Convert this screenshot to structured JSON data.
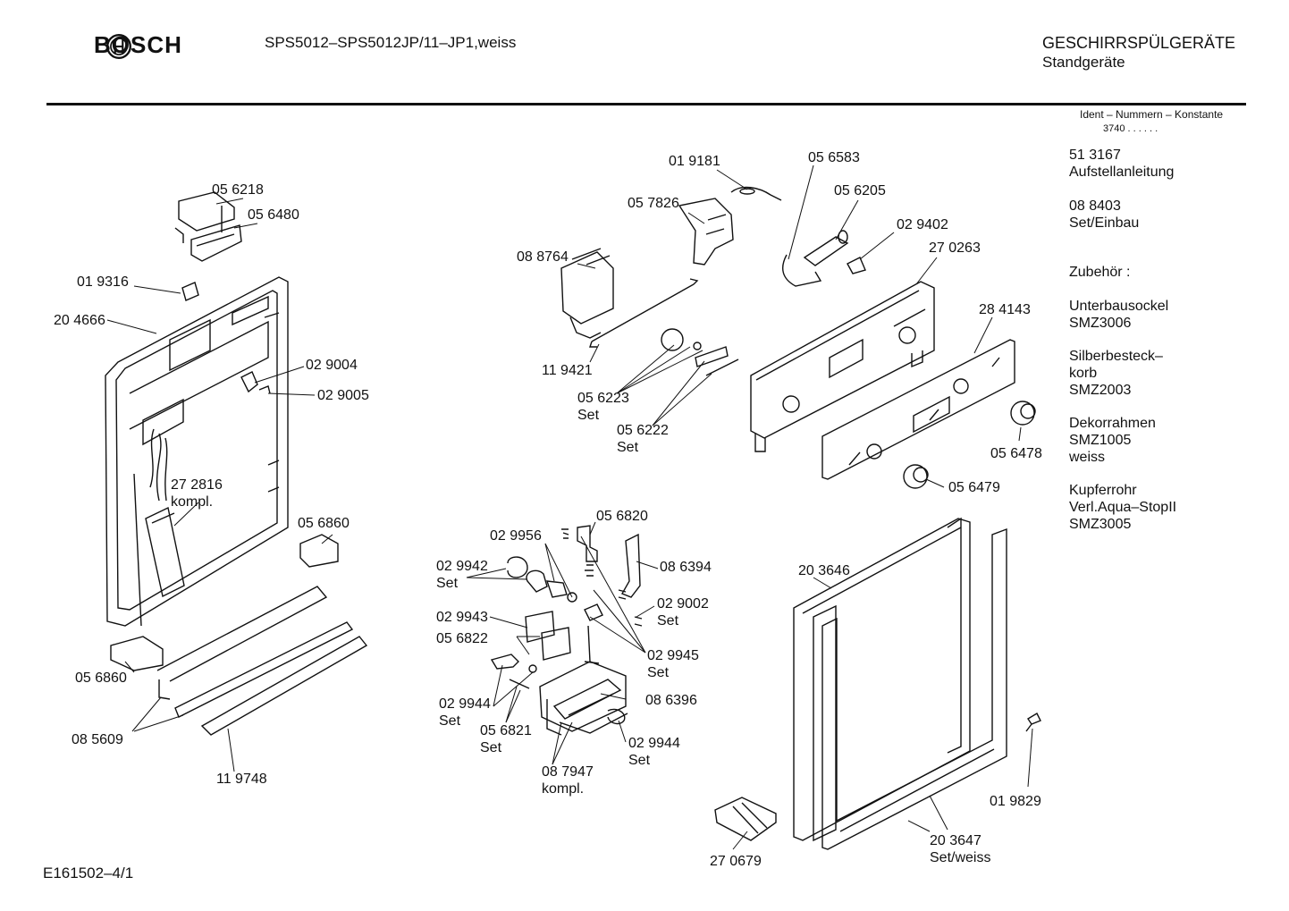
{
  "header": {
    "brand": "BOSCH",
    "model": "SPS5012–SPS5012JP/11–JP1,weiss",
    "category": "GESCHIRRSPÜLGERÄTE",
    "subcategory": "Standgeräte"
  },
  "ident": {
    "label": "Ident – Nummern – Konstante",
    "number": "3740 . .   . . . ."
  },
  "side_info": [
    [
      "51 3167",
      "Aufstellanleitung"
    ],
    [
      "08 8403",
      "Set/Einbau"
    ],
    [
      "Zubehör :"
    ],
    [
      "Unterbausockel",
      "SMZ3006"
    ],
    [
      "Silberbesteck–",
      "korb",
      "SMZ2003"
    ],
    [
      "Dekorrahmen",
      "SMZ1005",
      "weiss"
    ],
    [
      "Kupferrohr",
      "Verl.Aqua–StopII",
      "SMZ3005"
    ]
  ],
  "parts": [
    [
      "05 6218"
    ],
    [
      "05 6480"
    ],
    [
      "01 9316"
    ],
    [
      "20 4666"
    ],
    [
      "02 9004"
    ],
    [
      "02 9005"
    ],
    [
      "27 2816",
      "kompl."
    ],
    [
      "05 6860"
    ],
    [
      "05 6860"
    ],
    [
      "08 5609"
    ],
    [
      "11 9748"
    ],
    [
      "01 9181"
    ],
    [
      "05 6583"
    ],
    [
      "05 7826"
    ],
    [
      "05 6205"
    ],
    [
      "02 9402"
    ],
    [
      "27 0263"
    ],
    [
      "08 8764"
    ],
    [
      "28 4143"
    ],
    [
      "11 9421"
    ],
    [
      "05 6223",
      "Set"
    ],
    [
      "05 6222",
      "Set"
    ],
    [
      "05 6478"
    ],
    [
      "05 6479"
    ],
    [
      "05 6820"
    ],
    [
      "02 9956"
    ],
    [
      "08 6394"
    ],
    [
      "02 9942",
      "Set"
    ],
    [
      "02 9002",
      "Set"
    ],
    [
      "02 9943"
    ],
    [
      "05 6822"
    ],
    [
      "02 9945",
      "Set"
    ],
    [
      "02 9944",
      "Set"
    ],
    [
      "08 6396"
    ],
    [
      "05 6821",
      "Set"
    ],
    [
      "02 9944",
      "Set"
    ],
    [
      "08 7947",
      "kompl."
    ],
    [
      "20 3646"
    ],
    [
      "01 9829"
    ],
    [
      "20 3647",
      "Set/weiss"
    ],
    [
      "27 0679"
    ]
  ],
  "footer": {
    "doc_id": "E161502–4/1"
  }
}
